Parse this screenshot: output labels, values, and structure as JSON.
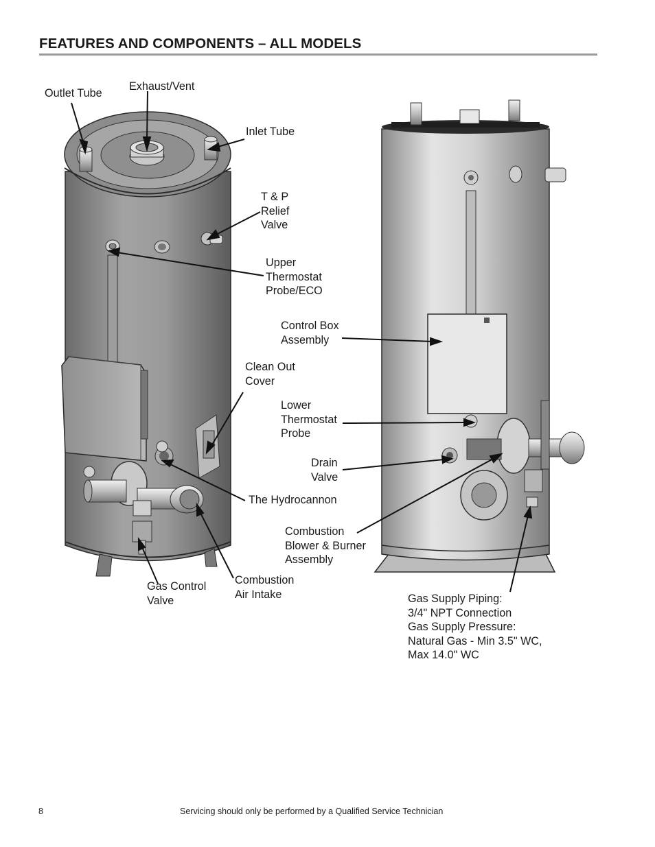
{
  "header": {
    "title": "FEATURES AND COMPONENTS – ALL MODELS"
  },
  "labels": {
    "outlet_tube": "Outlet Tube",
    "exhaust_vent": "Exhaust/Vent",
    "inlet_tube": "Inlet Tube",
    "tp_relief": [
      "T & P",
      "Relief",
      "Valve"
    ],
    "upper_thermostat": [
      "Upper",
      "Thermostat",
      "Probe/ECO"
    ],
    "control_box": [
      "Control Box",
      "Assembly"
    ],
    "clean_out": [
      "Clean Out",
      "Cover"
    ],
    "lower_thermostat": [
      "Lower",
      "Thermostat",
      "Probe"
    ],
    "drain_valve": [
      "Drain",
      "Valve"
    ],
    "hydrocannon": "The Hydrocannon",
    "combustion_blower": [
      "Combustion",
      "Blower & Burner",
      "Assembly"
    ],
    "combustion_air": [
      "Combustion",
      "Air Intake"
    ],
    "gas_control": [
      "Gas Control",
      "Valve"
    ],
    "gas_supply": [
      "Gas Supply Piping:",
      "3/4\" NPT Connection",
      "Gas Supply Pressure:",
      "Natural Gas - Min 3.5\" WC,",
      "Max 14.0\" WC"
    ]
  },
  "footer": {
    "page_number": "8",
    "note": "Servicing should only be performed by a Qualified Service Technician"
  }
}
